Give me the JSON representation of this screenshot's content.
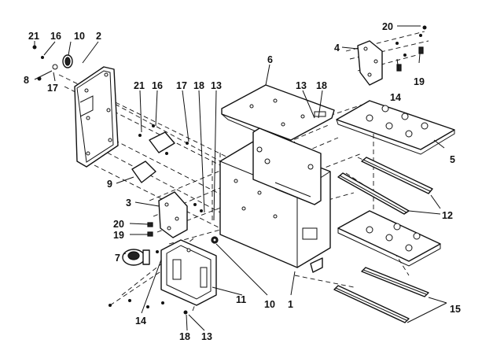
{
  "callouts": [
    {
      "id": "c21a",
      "text": "21"
    },
    {
      "id": "c16a",
      "text": "16"
    },
    {
      "id": "c10a",
      "text": "10"
    },
    {
      "id": "c2",
      "text": "2"
    },
    {
      "id": "c8",
      "text": "8"
    },
    {
      "id": "c17a",
      "text": "17"
    },
    {
      "id": "c21b",
      "text": "21"
    },
    {
      "id": "c16b",
      "text": "16"
    },
    {
      "id": "c17b",
      "text": "17"
    },
    {
      "id": "c18a",
      "text": "18"
    },
    {
      "id": "c13a",
      "text": "13"
    },
    {
      "id": "c6",
      "text": "6"
    },
    {
      "id": "c13b",
      "text": "13"
    },
    {
      "id": "c18b",
      "text": "18"
    },
    {
      "id": "c20a",
      "text": "20"
    },
    {
      "id": "c4",
      "text": "4"
    },
    {
      "id": "c14a",
      "text": "14"
    },
    {
      "id": "c19a",
      "text": "19"
    },
    {
      "id": "c5",
      "text": "5"
    },
    {
      "id": "c9",
      "text": "9"
    },
    {
      "id": "c3",
      "text": "3"
    },
    {
      "id": "c12",
      "text": "12"
    },
    {
      "id": "c20b",
      "text": "20"
    },
    {
      "id": "c19b",
      "text": "19"
    },
    {
      "id": "c7",
      "text": "7"
    },
    {
      "id": "c10b",
      "text": "10"
    },
    {
      "id": "c1",
      "text": "1"
    },
    {
      "id": "c11",
      "text": "11"
    },
    {
      "id": "c14b",
      "text": "14"
    },
    {
      "id": "c18c",
      "text": "18"
    },
    {
      "id": "c13c",
      "text": "13"
    },
    {
      "id": "c15",
      "text": "15"
    }
  ]
}
